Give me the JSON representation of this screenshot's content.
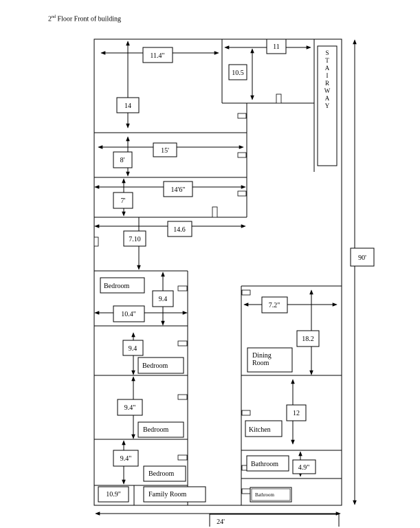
{
  "header": {
    "floor_num": "2",
    "floor_sup": "nd",
    "rest": " Floor  Front of building"
  },
  "stair": {
    "letters": [
      "S",
      "T",
      "A",
      "I",
      "R",
      "W",
      "A",
      "Y"
    ]
  },
  "dims": {
    "d1": "11.4\"",
    "d2": "11",
    "d3": "10.5",
    "d4": "14",
    "d5": "15'",
    "d6": "8'",
    "d7": "14'6\"",
    "d8": "7'",
    "d9": "14.6",
    "d10": "7.10",
    "d11": "90'",
    "d12": "9.4",
    "d13": "10.4\"",
    "d14": "7.2\"",
    "d15": "18.2",
    "d16": "9.4",
    "d17": "9.4\"",
    "d18": "12",
    "d19": "9.4\"",
    "d20": "4.9\"",
    "d21": "10.9\"",
    "d22": "24'"
  },
  "rooms": {
    "r1": "Bedroom",
    "r2": "Bedroom",
    "r3": "Bedroom",
    "r4": "Bedroom",
    "r5": "Family Room",
    "r6a": "Dining",
    "r6b": "Room",
    "r7": "Kitchen",
    "r8": "Bathroom",
    "r9": "Bathroom"
  }
}
